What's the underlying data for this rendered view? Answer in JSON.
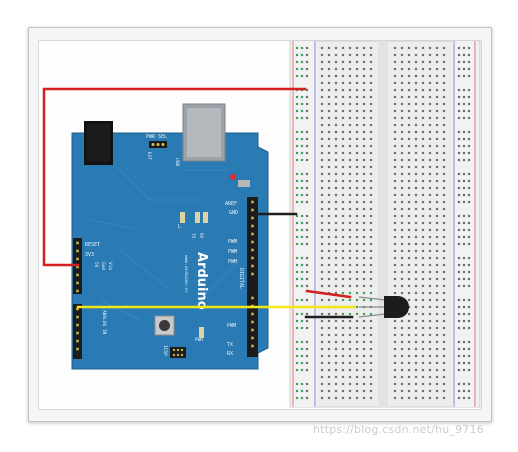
{
  "board": {
    "brand": "Arduino",
    "url_text": "www.arduino.cc",
    "pwr_sel": "PWR SEL",
    "usb": "USB",
    "ext": "EXT",
    "aref": "AREF",
    "gnd": "GND",
    "tx": "TX",
    "rx": "RX",
    "l": "L",
    "pwm": "PWM",
    "digital": "DIGITAL",
    "reset": "RESET",
    "v33": "3V3",
    "v5": "5V",
    "gnd_power": "Gnd",
    "vin": "Vin",
    "analog_in": "ANALOG IN",
    "icsp": "ICSP",
    "pwr": "PWR",
    "tx_rx_bottom": "TX RX"
  },
  "wire_colors": {
    "red": "#d21f1f",
    "black": "#1e1e1e",
    "yellow": "#f2e616"
  },
  "board_color": "#2a7ab3",
  "watermark": "https://blog.csdn.net/hu_9716"
}
